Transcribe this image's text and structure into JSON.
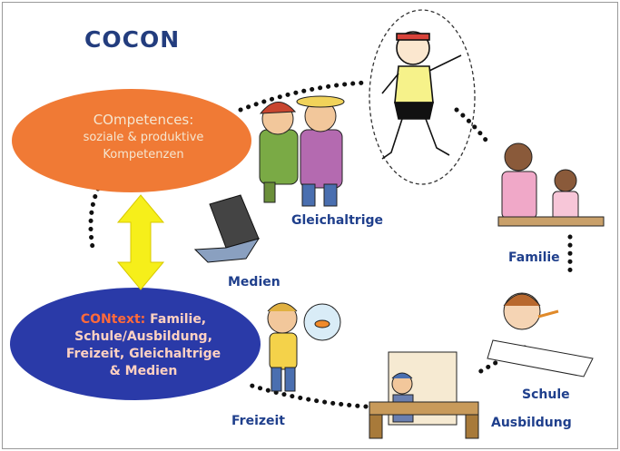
{
  "title": "COCON",
  "competences": {
    "heading": "COmpetences:",
    "line1": "soziale & produktive",
    "line2": "Kompetenzen"
  },
  "context": {
    "heading": "CONtext:",
    "line1_rest": "Familie,",
    "line2": "Schule/Ausbildung,",
    "line3": "Freizeit, Gleichaltrige",
    "line4": "& Medien"
  },
  "labels": {
    "gleichaltrige": "Gleichaltrige",
    "familie": "Familie",
    "medien": "Medien",
    "freizeit": "Freizeit",
    "schule": "Schule",
    "ausbildung": "Ausbildung"
  },
  "colors": {
    "title": "#233d7e",
    "competences_ellipse": "#f07a35",
    "context_ellipse": "#2a3aa8",
    "arrow": "#f6ef1a",
    "label": "#1f3f8c"
  }
}
